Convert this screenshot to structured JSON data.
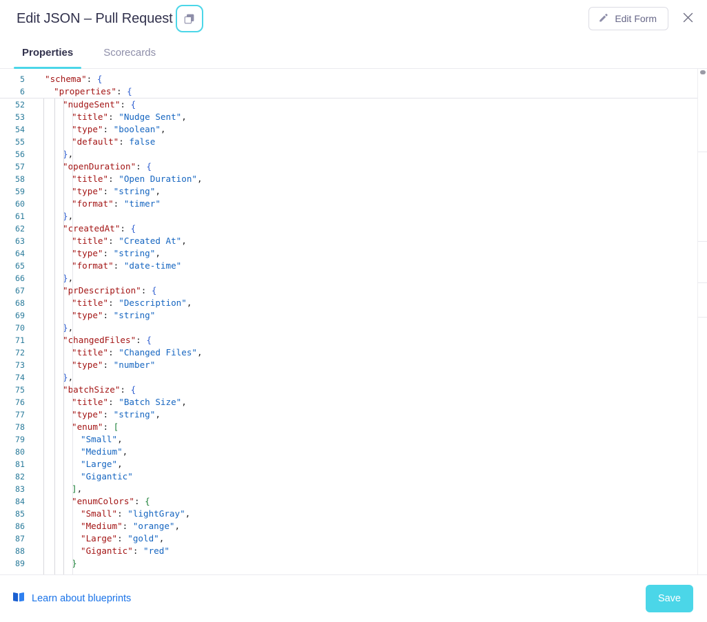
{
  "header": {
    "title": "Edit JSON – Pull Request",
    "copy_icon": "copy-icon",
    "edit_form_label": "Edit Form",
    "edit_icon": "pencil-icon",
    "close_icon": "close-icon"
  },
  "tabs": [
    {
      "label": "Properties",
      "active": true
    },
    {
      "label": "Scorecards",
      "active": false
    }
  ],
  "editor": {
    "sticky_lines": [
      {
        "num": "5",
        "indent": 1,
        "tokens": [
          {
            "t": "\"schema\"",
            "c": "k"
          },
          {
            "t": ": ",
            "c": "p"
          },
          {
            "t": "{",
            "c": "br"
          }
        ]
      },
      {
        "num": "6",
        "indent": 2,
        "tokens": [
          {
            "t": "\"properties\"",
            "c": "k"
          },
          {
            "t": ": ",
            "c": "p"
          },
          {
            "t": "{",
            "c": "br"
          }
        ]
      }
    ],
    "lines": [
      {
        "num": "52",
        "indent": 3,
        "tokens": [
          {
            "t": "\"nudgeSent\"",
            "c": "k"
          },
          {
            "t": ": ",
            "c": "p"
          },
          {
            "t": "{",
            "c": "br"
          }
        ]
      },
      {
        "num": "53",
        "indent": 4,
        "tokens": [
          {
            "t": "\"title\"",
            "c": "k"
          },
          {
            "t": ": ",
            "c": "p"
          },
          {
            "t": "\"Nudge Sent\"",
            "c": "s"
          },
          {
            "t": ",",
            "c": "p"
          }
        ]
      },
      {
        "num": "54",
        "indent": 4,
        "tokens": [
          {
            "t": "\"type\"",
            "c": "k"
          },
          {
            "t": ": ",
            "c": "p"
          },
          {
            "t": "\"boolean\"",
            "c": "s"
          },
          {
            "t": ",",
            "c": "p"
          }
        ]
      },
      {
        "num": "55",
        "indent": 4,
        "tokens": [
          {
            "t": "\"default\"",
            "c": "k"
          },
          {
            "t": ": ",
            "c": "p"
          },
          {
            "t": "false",
            "c": "b"
          }
        ]
      },
      {
        "num": "56",
        "indent": 3,
        "tokens": [
          {
            "t": "}",
            "c": "br"
          },
          {
            "t": ",",
            "c": "p"
          }
        ]
      },
      {
        "num": "57",
        "indent": 3,
        "tokens": [
          {
            "t": "\"openDuration\"",
            "c": "k"
          },
          {
            "t": ": ",
            "c": "p"
          },
          {
            "t": "{",
            "c": "br"
          }
        ]
      },
      {
        "num": "58",
        "indent": 4,
        "tokens": [
          {
            "t": "\"title\"",
            "c": "k"
          },
          {
            "t": ": ",
            "c": "p"
          },
          {
            "t": "\"Open Duration\"",
            "c": "s"
          },
          {
            "t": ",",
            "c": "p"
          }
        ]
      },
      {
        "num": "59",
        "indent": 4,
        "tokens": [
          {
            "t": "\"type\"",
            "c": "k"
          },
          {
            "t": ": ",
            "c": "p"
          },
          {
            "t": "\"string\"",
            "c": "s"
          },
          {
            "t": ",",
            "c": "p"
          }
        ]
      },
      {
        "num": "60",
        "indent": 4,
        "tokens": [
          {
            "t": "\"format\"",
            "c": "k"
          },
          {
            "t": ": ",
            "c": "p"
          },
          {
            "t": "\"timer\"",
            "c": "s"
          }
        ]
      },
      {
        "num": "61",
        "indent": 3,
        "tokens": [
          {
            "t": "}",
            "c": "br"
          },
          {
            "t": ",",
            "c": "p"
          }
        ]
      },
      {
        "num": "62",
        "indent": 3,
        "tokens": [
          {
            "t": "\"createdAt\"",
            "c": "k"
          },
          {
            "t": ": ",
            "c": "p"
          },
          {
            "t": "{",
            "c": "br"
          }
        ]
      },
      {
        "num": "63",
        "indent": 4,
        "tokens": [
          {
            "t": "\"title\"",
            "c": "k"
          },
          {
            "t": ": ",
            "c": "p"
          },
          {
            "t": "\"Created At\"",
            "c": "s"
          },
          {
            "t": ",",
            "c": "p"
          }
        ]
      },
      {
        "num": "64",
        "indent": 4,
        "tokens": [
          {
            "t": "\"type\"",
            "c": "k"
          },
          {
            "t": ": ",
            "c": "p"
          },
          {
            "t": "\"string\"",
            "c": "s"
          },
          {
            "t": ",",
            "c": "p"
          }
        ]
      },
      {
        "num": "65",
        "indent": 4,
        "tokens": [
          {
            "t": "\"format\"",
            "c": "k"
          },
          {
            "t": ": ",
            "c": "p"
          },
          {
            "t": "\"date-time\"",
            "c": "s"
          }
        ]
      },
      {
        "num": "66",
        "indent": 3,
        "tokens": [
          {
            "t": "}",
            "c": "br"
          },
          {
            "t": ",",
            "c": "p"
          }
        ]
      },
      {
        "num": "67",
        "indent": 3,
        "tokens": [
          {
            "t": "\"prDescription\"",
            "c": "k"
          },
          {
            "t": ": ",
            "c": "p"
          },
          {
            "t": "{",
            "c": "br"
          }
        ]
      },
      {
        "num": "68",
        "indent": 4,
        "tokens": [
          {
            "t": "\"title\"",
            "c": "k"
          },
          {
            "t": ": ",
            "c": "p"
          },
          {
            "t": "\"Description\"",
            "c": "s"
          },
          {
            "t": ",",
            "c": "p"
          }
        ]
      },
      {
        "num": "69",
        "indent": 4,
        "tokens": [
          {
            "t": "\"type\"",
            "c": "k"
          },
          {
            "t": ": ",
            "c": "p"
          },
          {
            "t": "\"string\"",
            "c": "s"
          }
        ]
      },
      {
        "num": "70",
        "indent": 3,
        "tokens": [
          {
            "t": "}",
            "c": "br"
          },
          {
            "t": ",",
            "c": "p"
          }
        ]
      },
      {
        "num": "71",
        "indent": 3,
        "tokens": [
          {
            "t": "\"changedFiles\"",
            "c": "k"
          },
          {
            "t": ": ",
            "c": "p"
          },
          {
            "t": "{",
            "c": "br"
          }
        ]
      },
      {
        "num": "72",
        "indent": 4,
        "tokens": [
          {
            "t": "\"title\"",
            "c": "k"
          },
          {
            "t": ": ",
            "c": "p"
          },
          {
            "t": "\"Changed Files\"",
            "c": "s"
          },
          {
            "t": ",",
            "c": "p"
          }
        ]
      },
      {
        "num": "73",
        "indent": 4,
        "tokens": [
          {
            "t": "\"type\"",
            "c": "k"
          },
          {
            "t": ": ",
            "c": "p"
          },
          {
            "t": "\"number\"",
            "c": "s"
          }
        ]
      },
      {
        "num": "74",
        "indent": 3,
        "tokens": [
          {
            "t": "}",
            "c": "br"
          },
          {
            "t": ",",
            "c": "p"
          }
        ]
      },
      {
        "num": "75",
        "indent": 3,
        "tokens": [
          {
            "t": "\"batchSize\"",
            "c": "k"
          },
          {
            "t": ": ",
            "c": "p"
          },
          {
            "t": "{",
            "c": "br"
          }
        ]
      },
      {
        "num": "76",
        "indent": 4,
        "tokens": [
          {
            "t": "\"title\"",
            "c": "k"
          },
          {
            "t": ": ",
            "c": "p"
          },
          {
            "t": "\"Batch Size\"",
            "c": "s"
          },
          {
            "t": ",",
            "c": "p"
          }
        ]
      },
      {
        "num": "77",
        "indent": 4,
        "tokens": [
          {
            "t": "\"type\"",
            "c": "k"
          },
          {
            "t": ": ",
            "c": "p"
          },
          {
            "t": "\"string\"",
            "c": "s"
          },
          {
            "t": ",",
            "c": "p"
          }
        ]
      },
      {
        "num": "78",
        "indent": 4,
        "tokens": [
          {
            "t": "\"enum\"",
            "c": "k"
          },
          {
            "t": ": ",
            "c": "p"
          },
          {
            "t": "[",
            "c": "brs"
          }
        ]
      },
      {
        "num": "79",
        "indent": 5,
        "tokens": [
          {
            "t": "\"Small\"",
            "c": "s"
          },
          {
            "t": ",",
            "c": "p"
          }
        ]
      },
      {
        "num": "80",
        "indent": 5,
        "tokens": [
          {
            "t": "\"Medium\"",
            "c": "s"
          },
          {
            "t": ",",
            "c": "p"
          }
        ]
      },
      {
        "num": "81",
        "indent": 5,
        "tokens": [
          {
            "t": "\"Large\"",
            "c": "s"
          },
          {
            "t": ",",
            "c": "p"
          }
        ]
      },
      {
        "num": "82",
        "indent": 5,
        "tokens": [
          {
            "t": "\"Gigantic\"",
            "c": "s"
          }
        ]
      },
      {
        "num": "83",
        "indent": 4,
        "tokens": [
          {
            "t": "]",
            "c": "brs"
          },
          {
            "t": ",",
            "c": "p"
          }
        ]
      },
      {
        "num": "84",
        "indent": 4,
        "tokens": [
          {
            "t": "\"enumColors\"",
            "c": "k"
          },
          {
            "t": ": ",
            "c": "p"
          },
          {
            "t": "{",
            "c": "brs"
          }
        ]
      },
      {
        "num": "85",
        "indent": 5,
        "tokens": [
          {
            "t": "\"Small\"",
            "c": "k"
          },
          {
            "t": ": ",
            "c": "p"
          },
          {
            "t": "\"lightGray\"",
            "c": "s"
          },
          {
            "t": ",",
            "c": "p"
          }
        ]
      },
      {
        "num": "86",
        "indent": 5,
        "tokens": [
          {
            "t": "\"Medium\"",
            "c": "k"
          },
          {
            "t": ": ",
            "c": "p"
          },
          {
            "t": "\"orange\"",
            "c": "s"
          },
          {
            "t": ",",
            "c": "p"
          }
        ]
      },
      {
        "num": "87",
        "indent": 5,
        "tokens": [
          {
            "t": "\"Large\"",
            "c": "k"
          },
          {
            "t": ": ",
            "c": "p"
          },
          {
            "t": "\"gold\"",
            "c": "s"
          },
          {
            "t": ",",
            "c": "p"
          }
        ]
      },
      {
        "num": "88",
        "indent": 5,
        "tokens": [
          {
            "t": "\"Gigantic\"",
            "c": "k"
          },
          {
            "t": ": ",
            "c": "p"
          },
          {
            "t": "\"red\"",
            "c": "s"
          }
        ]
      },
      {
        "num": "89",
        "indent": 4,
        "tokens": [
          {
            "t": "}",
            "c": "brs"
          }
        ]
      }
    ]
  },
  "footer": {
    "learn_label": "Learn about blueprints",
    "book_icon": "book-icon",
    "save_label": "Save"
  },
  "colors": {
    "accent": "#4bd6e8",
    "link": "#1a73e8",
    "key": "#a31515",
    "string": "#1565c0",
    "bracket_green": "#1a7f37",
    "brace_blue": "#2f5fd0",
    "linenumber": "#2a7b9b"
  }
}
